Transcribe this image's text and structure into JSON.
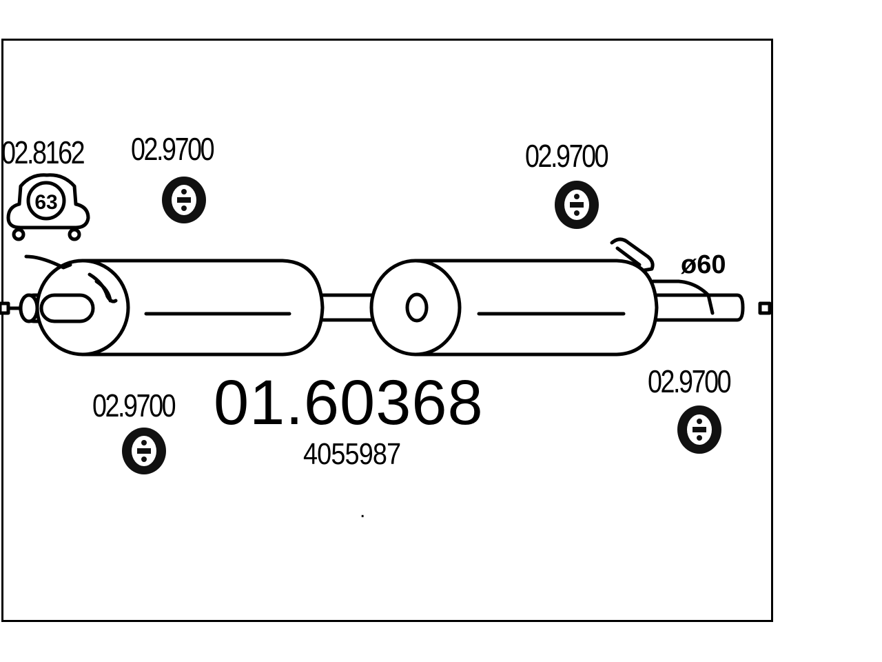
{
  "main_part_number": "01.60368",
  "oe_number": "4055987",
  "diameter_label": "ø60",
  "clamp": {
    "part_number": "02.8162",
    "size": "63"
  },
  "hangers": [
    {
      "id": "hanger-top-left",
      "part_number": "02.9700"
    },
    {
      "id": "hanger-top-right",
      "part_number": "02.9700"
    },
    {
      "id": "hanger-bottom-left",
      "part_number": "02.9700"
    },
    {
      "id": "hanger-bottom-right",
      "part_number": "02.9700"
    }
  ],
  "footnote": "."
}
